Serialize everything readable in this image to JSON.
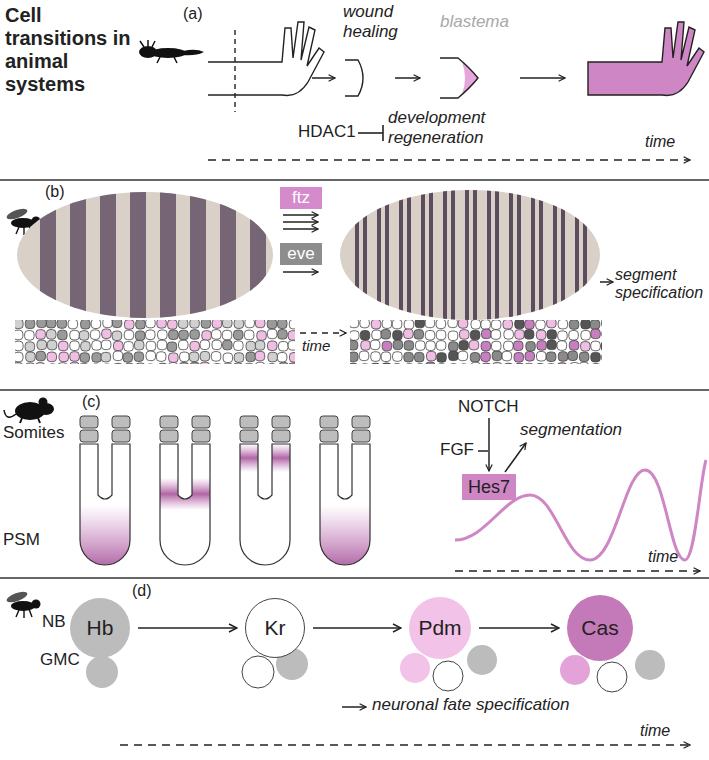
{
  "diagram": {
    "title": "Cell transitions in animal systems",
    "nodes": [
      {
        "text": [
          "ftz"
        ]
      },
      {
        "text": [
          "eve"
        ]
      },
      {
        "text": [
          "Hes7"
        ]
      },
      {
        "text": [
          "Hb"
        ]
      },
      {
        "text": [
          "Kr"
        ]
      },
      {
        "text": [
          "Pdm"
        ]
      },
      {
        "text": [
          "Cas"
        ]
      }
    ],
    "edges": [
      {
        "from": 3,
        "to": 4,
        "arrow": "to"
      },
      {
        "from": 4,
        "to": 5,
        "arrow": "to"
      },
      {
        "from": 5,
        "to": 6,
        "arrow": "to"
      }
    ],
    "labels": [
      "(a)",
      "wound healing",
      "blastema",
      "HDAC1",
      "development regeneration",
      "time",
      "(b)",
      "segment specification",
      "time",
      "(c)",
      "Somites",
      "PSM",
      "NOTCH",
      "FGF",
      "segmentation",
      "time",
      "(d)",
      "NB",
      "GMC",
      "neuronal fate specification",
      "time"
    ]
  }
}
